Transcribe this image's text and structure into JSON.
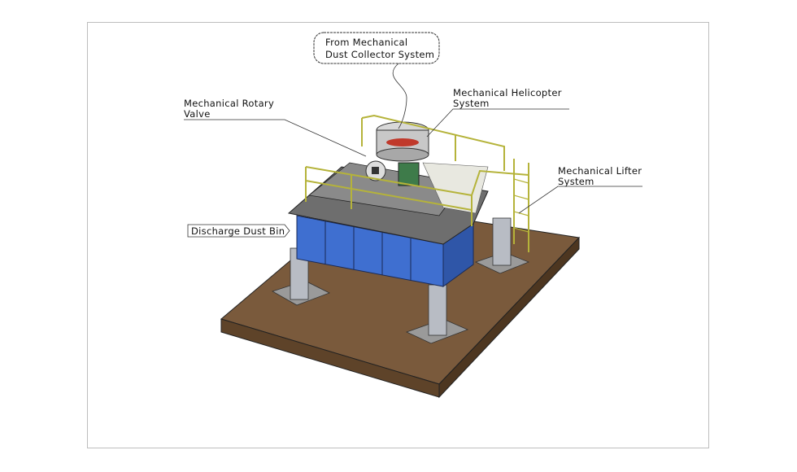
{
  "labels": {
    "source": [
      "From Mechanical",
      "Dust Collector System"
    ],
    "rotary_valve": [
      "Mechanical Rotary",
      "Valve"
    ],
    "helicopter": [
      "Mechanical Helicopter",
      "System"
    ],
    "lifter": [
      "Mechanical Lifter",
      "System"
    ],
    "dust_bin": "Discharge Dust Bin"
  },
  "colors": {
    "slab": "#7a5a3c",
    "bin": "#3f6fd0",
    "platform": "#6e6e6e",
    "railing": "#b5b33a"
  }
}
